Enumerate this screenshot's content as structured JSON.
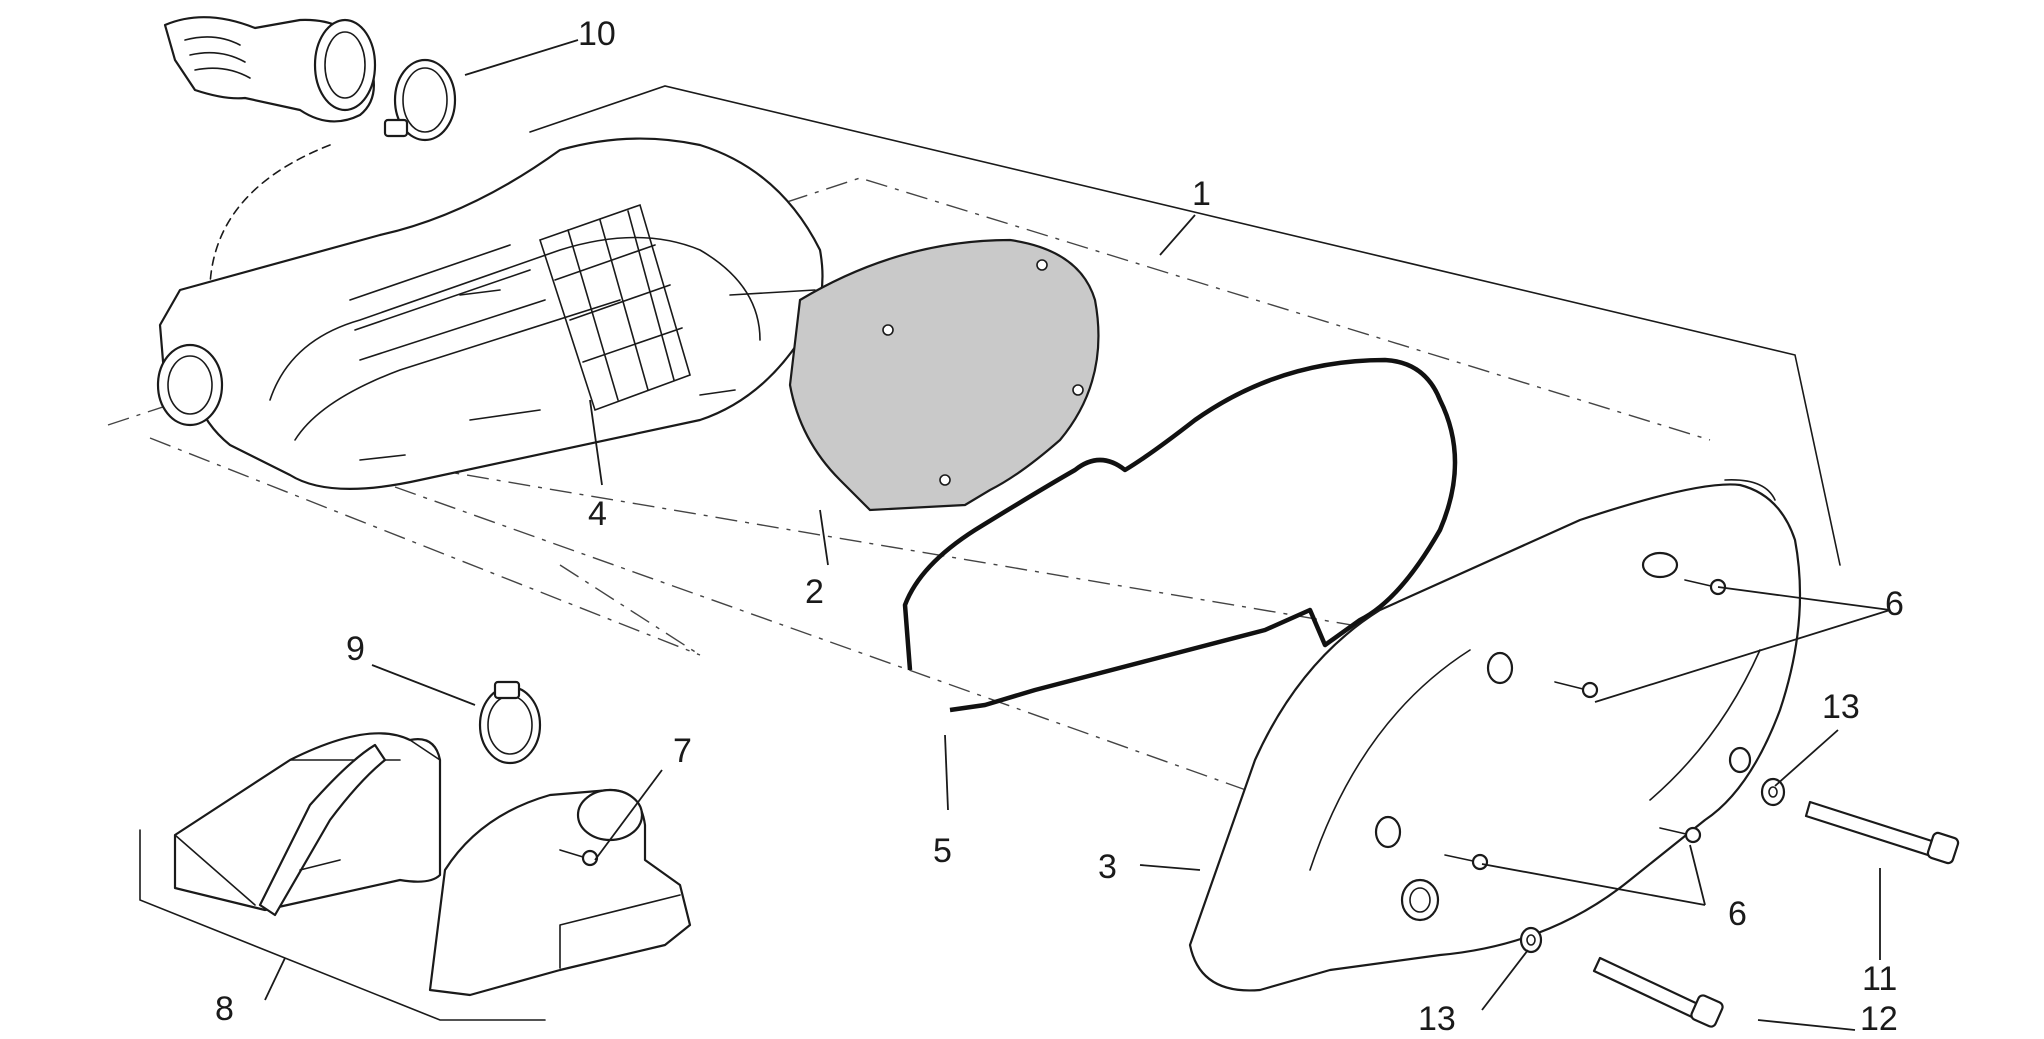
{
  "callouts": [
    {
      "id": "1",
      "text": "1"
    },
    {
      "id": "2",
      "text": "2"
    },
    {
      "id": "3",
      "text": "3"
    },
    {
      "id": "4",
      "text": "4"
    },
    {
      "id": "5",
      "text": "5"
    },
    {
      "id": "6a",
      "text": "6"
    },
    {
      "id": "6b",
      "text": "6"
    },
    {
      "id": "7",
      "text": "7"
    },
    {
      "id": "8",
      "text": "8"
    },
    {
      "id": "9",
      "text": "9"
    },
    {
      "id": "10",
      "text": "10"
    },
    {
      "id": "11",
      "text": "11"
    },
    {
      "id": "12",
      "text": "12"
    },
    {
      "id": "13a",
      "text": "13"
    },
    {
      "id": "13b",
      "text": "13"
    }
  ],
  "colors": {
    "line": "#1a1a1a",
    "filter_fill": "#c9c9c9",
    "background": "#ffffff"
  }
}
